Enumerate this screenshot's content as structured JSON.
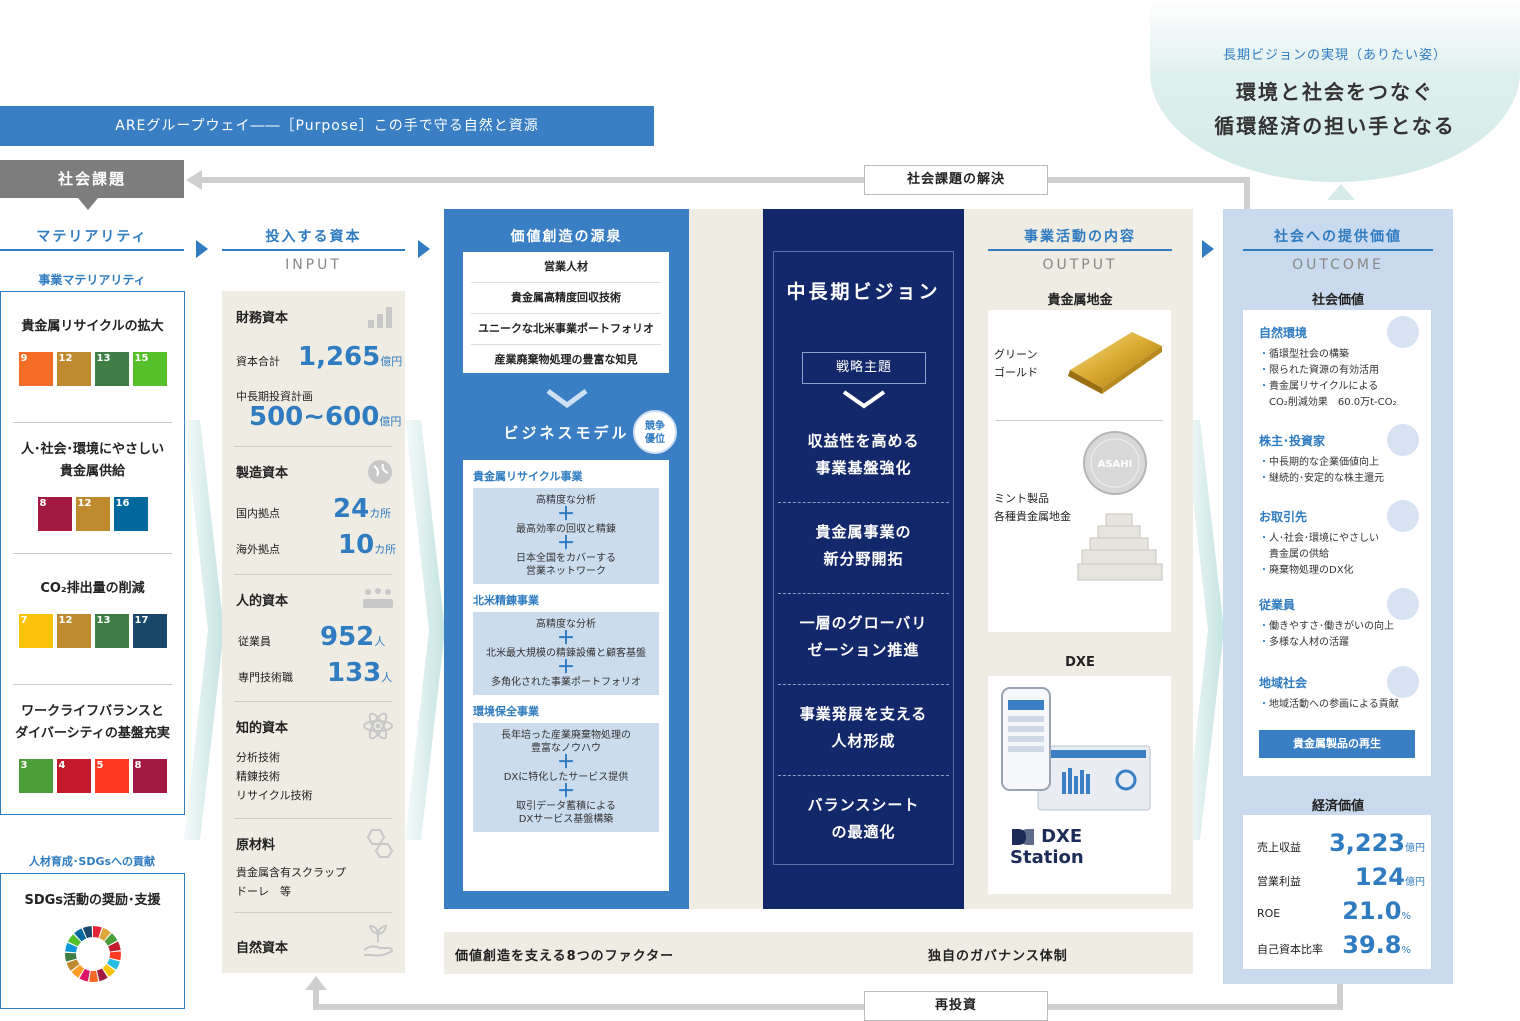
{
  "vision": {
    "subtitle": "長期ビジョンの実現（ありたい姿）",
    "line1": "環境と社会をつなぐ",
    "line2": "循環経済の担い手となる"
  },
  "purpose": "AREグループウェイ――［Purpose］この手で守る自然と資源",
  "social_issue": "社会課題",
  "resolve_label": "社会課題の解決",
  "reinvest_label": "再投資",
  "materiality": {
    "heading": "マテリアリティ",
    "business_label": "事業マテリアリティ",
    "items": [
      {
        "title": "貴金属リサイクルの拡大",
        "sdgs": [
          {
            "n": "9",
            "c": "#f36d25"
          },
          {
            "n": "12",
            "c": "#bf8b2e"
          },
          {
            "n": "13",
            "c": "#3f7e44"
          },
          {
            "n": "15",
            "c": "#56c02b"
          }
        ]
      },
      {
        "title": "人･社会･環境にやさしい\n貴金属供給",
        "sdgs": [
          {
            "n": "8",
            "c": "#a21942"
          },
          {
            "n": "12",
            "c": "#bf8b2e"
          },
          {
            "n": "16",
            "c": "#00689d"
          }
        ]
      },
      {
        "title": "CO₂排出量の削減",
        "sdgs": [
          {
            "n": "7",
            "c": "#fcc30b"
          },
          {
            "n": "12",
            "c": "#bf8b2e"
          },
          {
            "n": "13",
            "c": "#3f7e44"
          },
          {
            "n": "17",
            "c": "#19486a"
          }
        ]
      },
      {
        "title": "ワークライフバランスと\nダイバーシティの基盤充実",
        "sdgs": [
          {
            "n": "3",
            "c": "#4c9f38"
          },
          {
            "n": "4",
            "c": "#c5192d"
          },
          {
            "n": "5",
            "c": "#ff3a21"
          },
          {
            "n": "8",
            "c": "#a21942"
          }
        ]
      }
    ],
    "hr_label": "人材育成･SDGsへの貢献",
    "hr_item": "SDGs活動の奨励･支援"
  },
  "input": {
    "heading": "投入する資本",
    "sub": "INPUT",
    "financial": {
      "name": "財務資本",
      "total_label": "資本合計",
      "total": "1,265",
      "total_unit": "億円",
      "plan_label": "中長期投資計画",
      "plan": "500~600",
      "plan_unit": "億円"
    },
    "manufacturing": {
      "name": "製造資本",
      "dom_label": "国内拠点",
      "dom": "24",
      "dom_unit": "カ所",
      "ovs_label": "海外拠点",
      "ovs": "10",
      "ovs_unit": "カ所"
    },
    "human": {
      "name": "人的資本",
      "emp_label": "従業員",
      "emp": "952",
      "emp_unit": "人",
      "tech_label": "専門技術職",
      "tech": "133",
      "tech_unit": "人"
    },
    "intellectual": {
      "name": "知的資本",
      "items": [
        "分析技術",
        "精錬技術",
        "リサイクル技術"
      ]
    },
    "raw": {
      "name": "原材料",
      "items": [
        "貴金属含有スクラップ",
        "ドーレ　等"
      ]
    },
    "natural": {
      "name": "自然資本"
    }
  },
  "source": {
    "heading": "価値創造の源泉",
    "items": [
      "営業人材",
      "貴金属高精度回収技術",
      "ユニークな北米事業ポートフォリオ",
      "産業廃棄物処理の豊富な知見"
    ],
    "bm_heading": "ビジネスモデル",
    "advantage": "競争\n優位",
    "businesses": [
      {
        "name": "貴金属リサイクル事業",
        "parts": [
          "高精度な分析",
          "最高効率の回収と精錬",
          "日本全国をカバーする\n営業ネットワーク"
        ]
      },
      {
        "name": "北米精錬事業",
        "parts": [
          "高精度な分析",
          "北米最大規模の精錬設備と顧客基盤",
          "多角化された事業ポートフォリオ"
        ]
      },
      {
        "name": "環境保全事業",
        "parts": [
          "長年培った産業廃棄物処理の\n豊富なノウハウ",
          "DXに特化したサービス提供",
          "取引データ蓄積による\nDXサービス基盤構築"
        ]
      }
    ],
    "factors": "価値創造を支える8つのファクター",
    "governance": "独自のガバナンス体制"
  },
  "vision_mid": {
    "heading": "中長期ビジョン",
    "strategy": "戦略主題",
    "themes": [
      "収益性を高める\n事業基盤強化",
      "貴金属事業の\n新分野開拓",
      "一層のグローバリ\nゼーション推進",
      "事業発展を支える\n人材形成",
      "バランスシート\nの最適化"
    ]
  },
  "output": {
    "heading": "事業活動の内容",
    "sub": "OUTPUT",
    "gold_heading": "貴金属地金",
    "green_gold": "グリーン\nゴールド",
    "mint": "ミント製品\n各種貴金属地金",
    "coin_text": "ASAHI",
    "dxe_heading": "DXE",
    "dxe_logo": "DXE Station"
  },
  "outcome": {
    "heading": "社会への提供価値",
    "sub": "OUTCOME",
    "social_heading": "社会価値",
    "groups": [
      {
        "name": "自然環境",
        "items": [
          "循環型社会の構築",
          "限られた資源の有効活用",
          "貴金属リサイクルによる\n　CO₂削減効果　60.0万t-CO₂"
        ]
      },
      {
        "name": "株主･投資家",
        "items": [
          "中長期的な企業価値向上",
          "継続的･安定的な株主還元"
        ]
      },
      {
        "name": "お取引先",
        "items": [
          "人･社会･環境にやさしい\n　貴金属の供給",
          "廃棄物処理のDX化"
        ]
      },
      {
        "name": "従業員",
        "items": [
          "働きやすさ･働きがいの向上",
          "多様な人材の活躍"
        ]
      },
      {
        "name": "地域社会",
        "items": [
          "地域活動への参画による貢献"
        ]
      }
    ],
    "regen_button": "貴金属製品の再生",
    "economic_heading": "経済価値",
    "economic": [
      {
        "label": "売上収益",
        "value": "3,223",
        "unit": "億円"
      },
      {
        "label": "営業利益",
        "value": "124",
        "unit": "億円"
      },
      {
        "label": "ROE",
        "value": "21.0",
        "unit": "%"
      },
      {
        "label": "自己資本比率",
        "value": "39.8",
        "unit": "%"
      }
    ]
  }
}
